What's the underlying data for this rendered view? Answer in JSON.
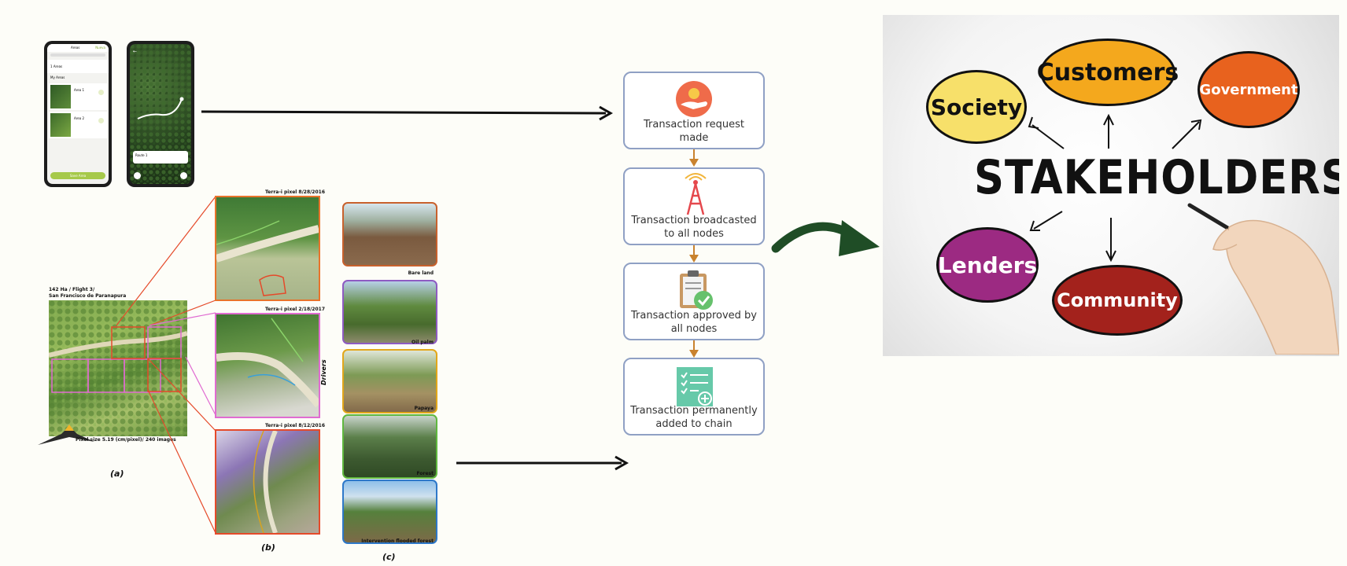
{
  "left_figure": {
    "phone_a": {
      "header": "Areas",
      "new_area": "Nueva",
      "row1": "1 Areas",
      "section": "My Areas",
      "item1": "Area 1",
      "item2": "Area 2",
      "button": "Save Area"
    },
    "phone_b": {
      "info": "Route 1"
    },
    "drone_caption_line1": "142 Ha / Flight 3/",
    "drone_caption_line2": "San Francisco de Paranapura",
    "drone_footer": "Pixel size 5.19 (cm/pixel)/ 240 images",
    "label_a": "(a)",
    "label_b": "(b)",
    "label_c": "(c)",
    "zoom_captions": [
      "Terra-i pixel 8/28/2016",
      "Terra-i pixel 2/18/2017",
      "Terra-i pixel 8/12/2016"
    ],
    "drivers_label": "Drivers",
    "drivers": [
      "Bare land",
      "Oil palm",
      "Papaya",
      "Forest",
      "Intervention flooded forest"
    ]
  },
  "flow": {
    "steps": [
      {
        "line1": "Transaction request",
        "line2": "made"
      },
      {
        "line1": "Transaction broadcasted",
        "line2": "to all nodes"
      },
      {
        "line1": "Transaction approved by",
        "line2": "all nodes"
      },
      {
        "line1": "Transaction permanently",
        "line2": "added to chain"
      }
    ]
  },
  "stakeholders": {
    "center": "STAKEHOLDERS",
    "items": [
      "Customers",
      "Society",
      "Government",
      "Lenders",
      "Community"
    ]
  },
  "colors": {
    "customers": "#f4a81d",
    "society": "#f7e06a",
    "government": "#e8621e",
    "lenders": "#9c2a82",
    "community": "#a3221c",
    "curved_arrow": "#1f4d26",
    "flow_border": "#8fa0c4",
    "flow_arrow": "#c9822e"
  }
}
